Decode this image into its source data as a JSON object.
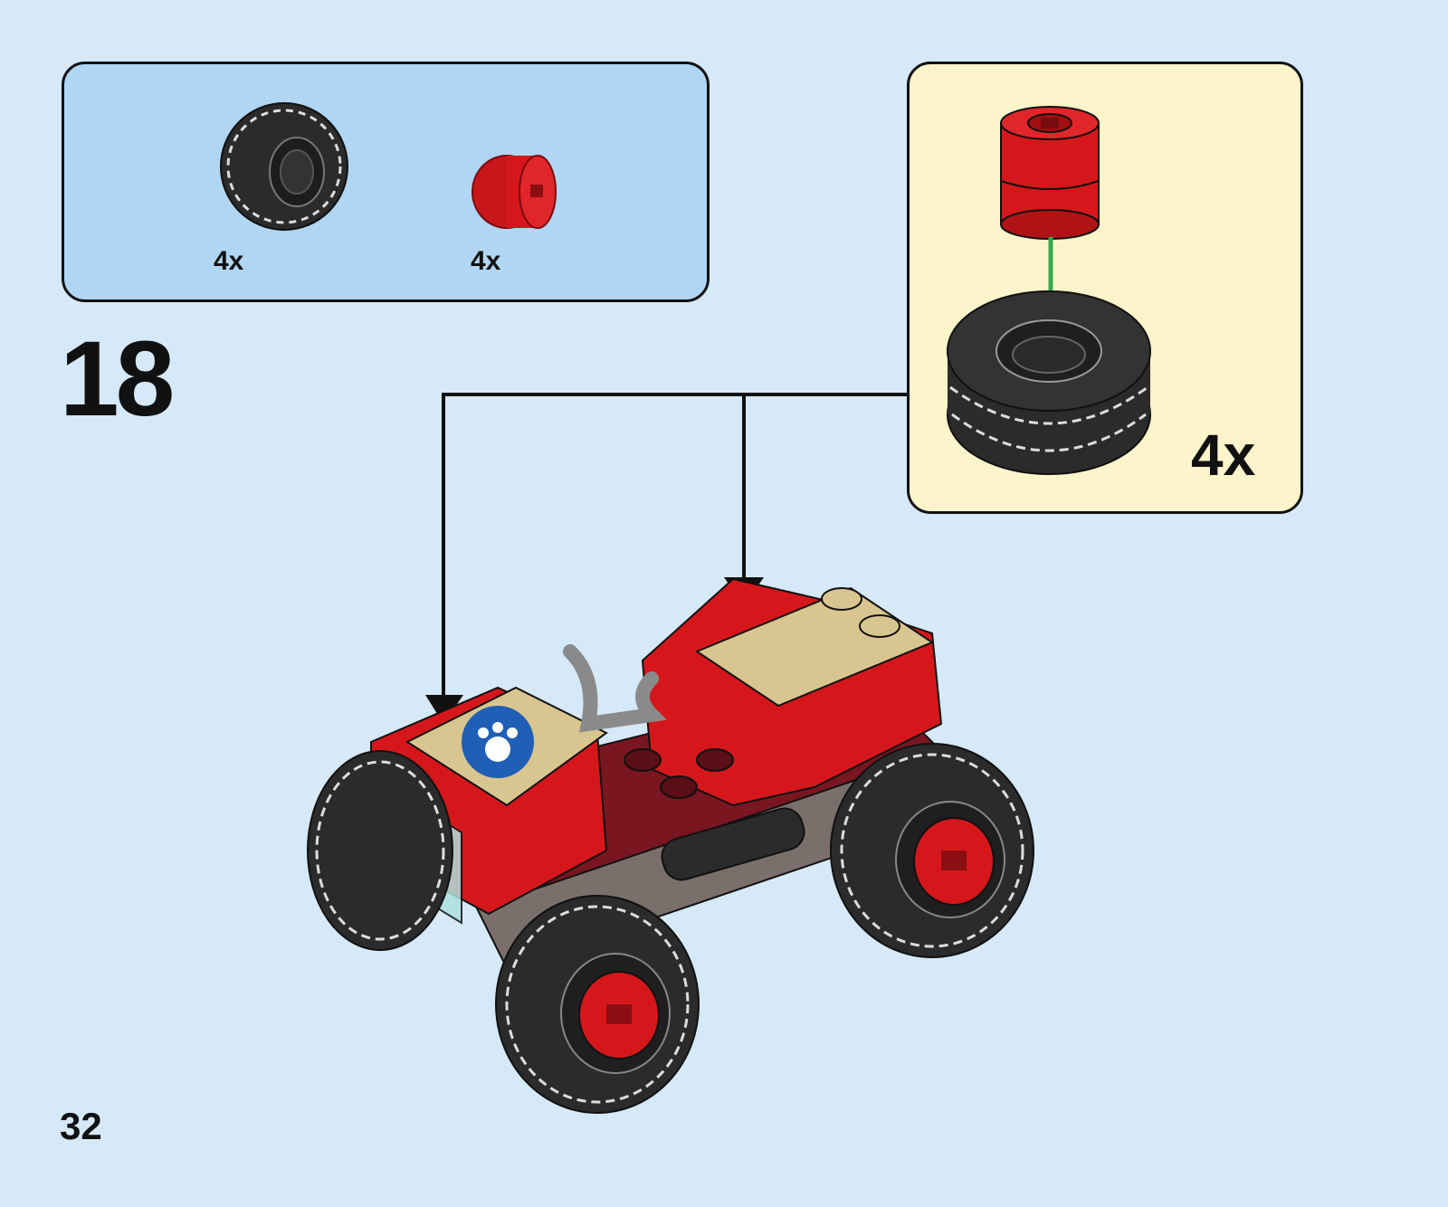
{
  "parts_list": {
    "items": [
      {
        "name": "tire-icon",
        "quantity": "4x"
      },
      {
        "name": "wheel-hub-icon",
        "quantity": "4x"
      }
    ]
  },
  "subassembly": {
    "quantity": "4x"
  },
  "step": {
    "number": "18"
  },
  "page": {
    "number": "32"
  },
  "colors": {
    "background": "#d5e9f9",
    "parts_box": "#b0d6f3",
    "subassembly_box": "#fdf4cb",
    "vehicle_red": "#d5171c",
    "tan": "#d9c590",
    "arrow_green": "#34a853"
  }
}
